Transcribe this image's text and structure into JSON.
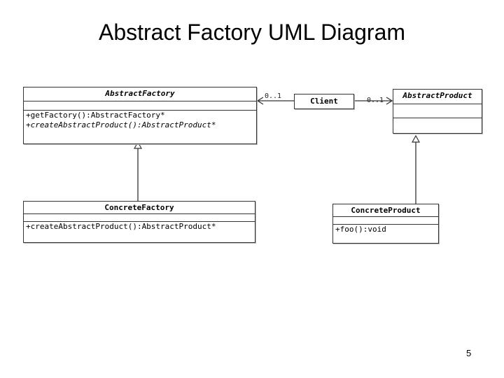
{
  "slide": {
    "title": "Abstract Factory UML Diagram",
    "page_number": "5"
  },
  "classes": {
    "abstract_factory": {
      "name": "AbstractFactory",
      "operations": [
        "+getFactory():AbstractFactory*",
        "+createAbstractProduct():AbstractProduct*"
      ]
    },
    "client": {
      "name": "Client"
    },
    "abstract_product": {
      "name": "AbstractProduct"
    },
    "concrete_factory": {
      "name": "ConcreteFactory",
      "operations": [
        "+createAbstractProduct():AbstractProduct*"
      ]
    },
    "concrete_product": {
      "name": "ConcreteProduct",
      "operations": [
        "+foo():void"
      ]
    }
  },
  "associations": {
    "client_to_factory_multiplicity": "0..1",
    "client_to_product_multiplicity": "0..1"
  }
}
